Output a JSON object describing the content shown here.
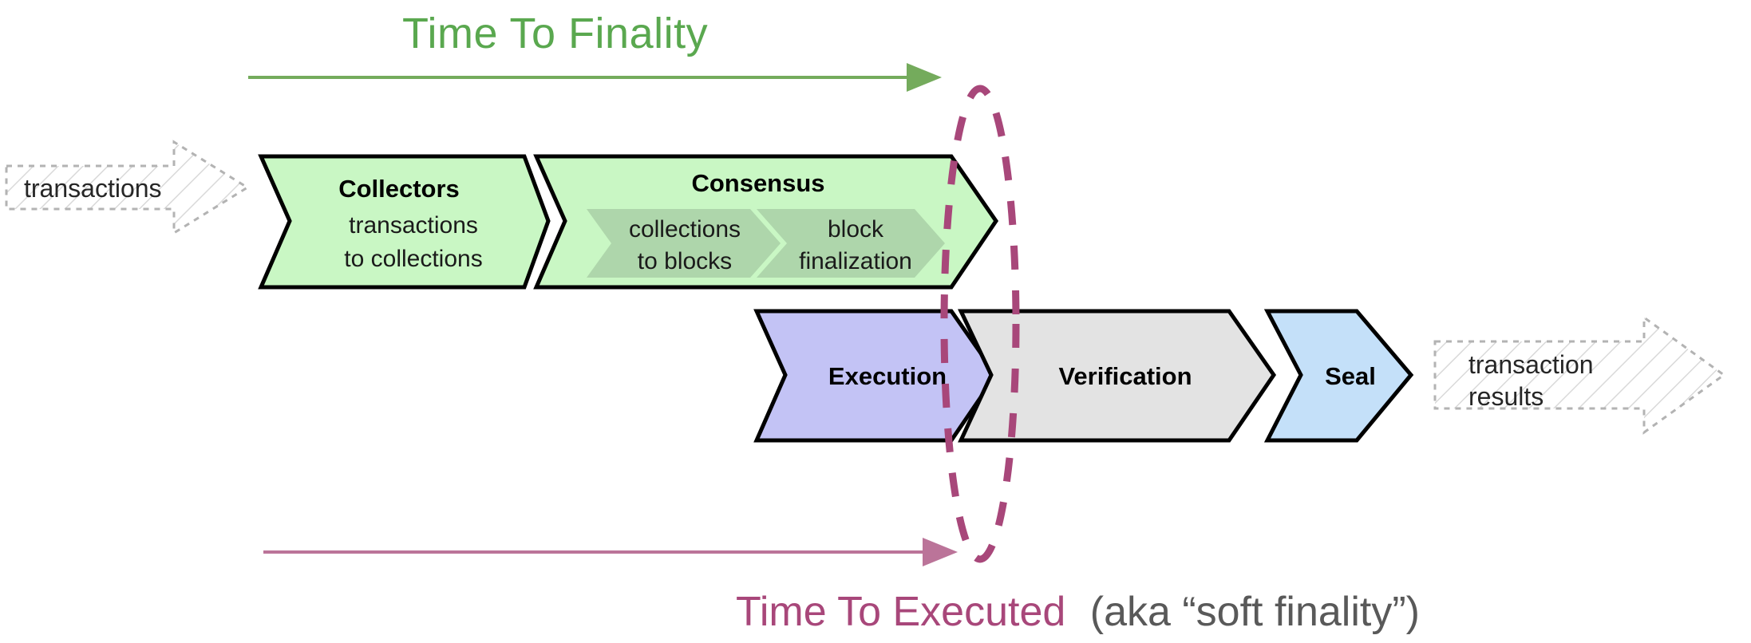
{
  "diagram": {
    "title_top": "Time To Finality",
    "bottom_label_main": "Time To Executed",
    "bottom_label_suffix": "(aka “soft finality”)",
    "input_label": "transactions",
    "output_label_line1": "transaction",
    "output_label_line2": "results",
    "colors": {
      "green_accent": "#5aa84f",
      "magenta_accent": "#a8477a",
      "grey_text": "#595959",
      "collectors_fill": "#c9f7c4",
      "consensus_fill": "#c9f7c4",
      "consensus_sub_fill": "#aed6ab",
      "execution_fill": "#c3c3f5",
      "verification_fill": "#e3e3e3",
      "seal_fill": "#c4e0f9",
      "stroke": "#000000",
      "io_hatch": "#d9d9d9"
    },
    "stages": {
      "collectors": {
        "title": "Collectors",
        "sub_line1": "transactions",
        "sub_line2": "to collections"
      },
      "consensus": {
        "title": "Consensus",
        "sub_stages": [
          {
            "line1": "collections",
            "line2": "to blocks"
          },
          {
            "line1": "block",
            "line2": "finalization"
          }
        ]
      },
      "execution": {
        "title": "Execution"
      },
      "verification": {
        "title": "Verification"
      },
      "seal": {
        "title": "Seal"
      }
    }
  }
}
